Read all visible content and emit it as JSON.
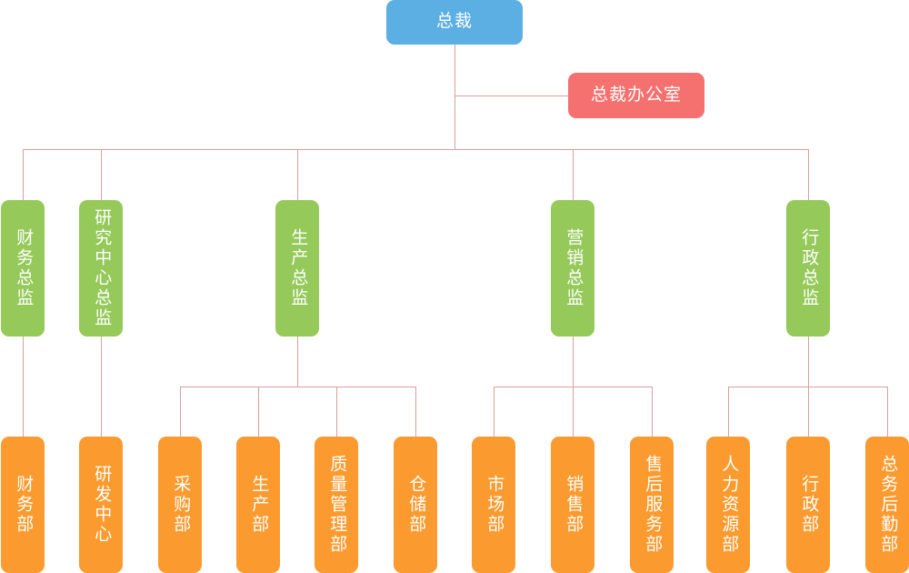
{
  "chart": {
    "type": "org-chart",
    "title": "",
    "orientation": "top-down",
    "colors": {
      "level1": "#5bafe2",
      "staff": "#f4716f",
      "level2": "#95c95a",
      "level3": "#fb9a2e",
      "connector": "#d8a0a0",
      "text": "#ffffff",
      "background": "#ffffff"
    }
  },
  "nodes": {
    "ceo": {
      "label": "总裁",
      "level": 1,
      "orientation": "horizontal"
    },
    "ceo_office": {
      "label": "总裁办公室",
      "level": "staff",
      "orientation": "horizontal"
    },
    "directors": [
      {
        "label": "财务总监",
        "orientation": "vertical"
      },
      {
        "label": "研究中心总监",
        "orientation": "vertical"
      },
      {
        "label": "生产总监",
        "orientation": "vertical"
      },
      {
        "label": "营销总监",
        "orientation": "vertical"
      },
      {
        "label": "行政总监",
        "orientation": "vertical"
      }
    ],
    "departments": [
      {
        "label": "财务部",
        "parent": "财务总监",
        "orientation": "vertical"
      },
      {
        "label": "研发中心",
        "parent": "研究中心总监",
        "orientation": "vertical"
      },
      {
        "label": "采购部",
        "parent": "生产总监",
        "orientation": "vertical"
      },
      {
        "label": "生产部",
        "parent": "生产总监",
        "orientation": "vertical"
      },
      {
        "label": "质量管理部",
        "parent": "生产总监",
        "orientation": "vertical"
      },
      {
        "label": "仓储部",
        "parent": "生产总监",
        "orientation": "vertical"
      },
      {
        "label": "市场部",
        "parent": "营销总监",
        "orientation": "vertical"
      },
      {
        "label": "销售部",
        "parent": "营销总监",
        "orientation": "vertical"
      },
      {
        "label": "售后服务部",
        "parent": "营销总监",
        "orientation": "vertical"
      },
      {
        "label": "人力资源部",
        "parent": "行政总监",
        "orientation": "vertical"
      },
      {
        "label": "行政部",
        "parent": "行政总监",
        "orientation": "vertical"
      },
      {
        "label": "总务后勤部",
        "parent": "行政总监",
        "orientation": "vertical"
      }
    ]
  }
}
